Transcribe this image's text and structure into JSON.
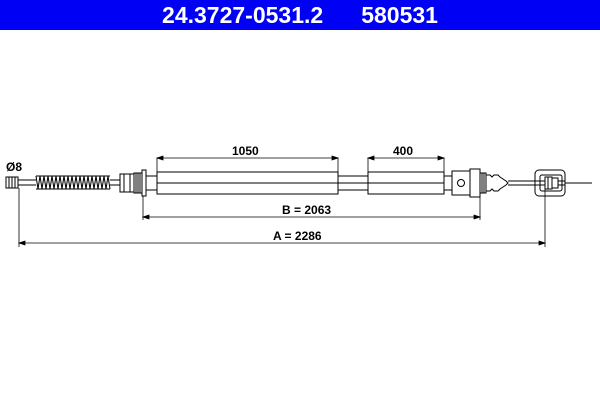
{
  "header": {
    "part_number": "24.3727-0531.2",
    "ref_number": "580531",
    "background_color": "#0000f5",
    "text_color": "#ffffff"
  },
  "diagram": {
    "subject": "brake cable",
    "diameter_label": "Ø8",
    "dimensions": {
      "sheath_long": "1050",
      "sheath_short": "400",
      "B": "B = 2063",
      "A": "A = 2286"
    },
    "line_color": "#000000"
  }
}
